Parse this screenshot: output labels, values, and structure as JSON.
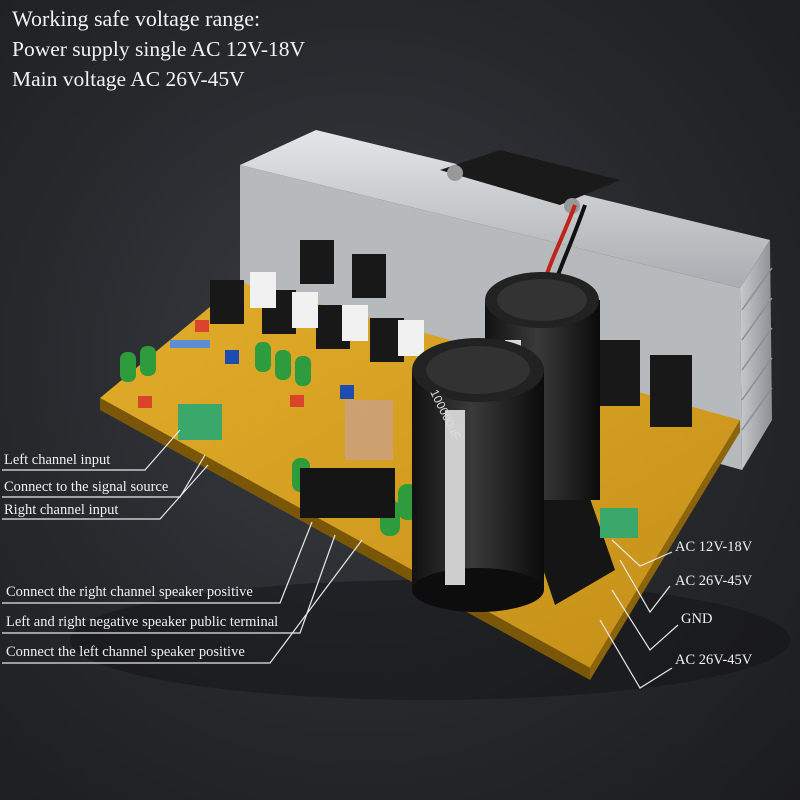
{
  "header": {
    "title": "Working safe voltage range:",
    "line1": "Power supply single AC 12V-18V",
    "line2": "Main voltage AC 26V-45V"
  },
  "labels": {
    "left_input": "Left channel input",
    "signal_source": "Connect to the signal source",
    "right_input": "Right channel input",
    "right_speaker_pos": "Connect the right channel speaker positive",
    "neg_common": "Left and right negative speaker public terminal",
    "left_speaker_pos": "Connect the left channel speaker positive",
    "ac_supply": "AC 12V-18V",
    "ac_main_1": "AC 26V-45V",
    "gnd": "GND",
    "ac_main_2": "AC 26V-45V"
  },
  "capacitor_marking": "100000uF"
}
